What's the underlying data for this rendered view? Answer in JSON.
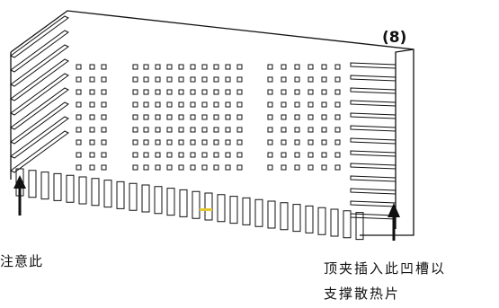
{
  "figure": {
    "step_label": "(8)",
    "note_left": "注意此",
    "note_right_line1": "顶夹插入此凹槽以",
    "note_right_line2": "支撑散热片"
  },
  "colors": {
    "line": "#111111",
    "background": "#ffffff",
    "highlight": "#e6c832"
  },
  "icons": [
    "up-arrow-icon",
    "up-arrow-icon"
  ]
}
